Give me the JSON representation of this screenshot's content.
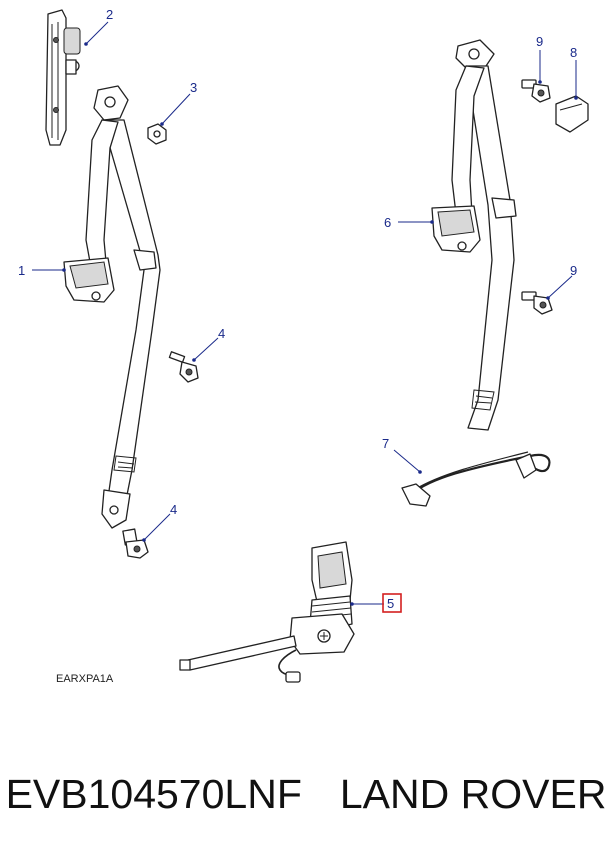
{
  "diagram": {
    "callouts": {
      "c1": "1",
      "c2": "2",
      "c3": "3",
      "c4a": "4",
      "c4b": "4",
      "c5": "5",
      "c6": "6",
      "c7": "7",
      "c8": "8",
      "c9a": "9",
      "c9b": "9"
    },
    "highlight_color": "#d42020",
    "callout_color": "#1a2a8a",
    "drawing_code": "EARXPA1A"
  },
  "footer": {
    "part_number": "EVB104570LNF",
    "brand": "LAND ROVER"
  }
}
